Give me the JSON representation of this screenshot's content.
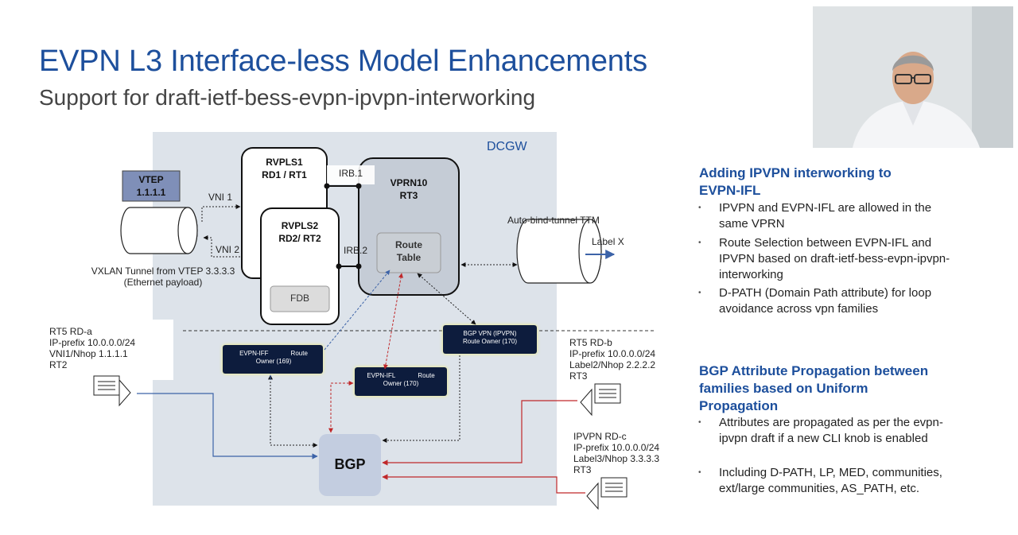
{
  "slide": {
    "title": "EVPN L3 Interface-less Model Enhancements",
    "subtitle": "Support for draft-ietf-bess-evpn-ipvpn-interworking"
  },
  "diagram": {
    "region_label": "DCGW",
    "vtep": {
      "line1": "VTEP",
      "line2": "1.1.1.1"
    },
    "rvpls1": {
      "line1": "RVPLS1",
      "line2": "RD1 / RT1"
    },
    "rvpls2": {
      "line1": "RVPLS2",
      "line2": "RD2/ RT2"
    },
    "fdb": "FDB",
    "vprn": {
      "line1": "VPRN10",
      "line2": "RT3"
    },
    "route_table": {
      "line1": "Route",
      "line2": "Table"
    },
    "irb1": "IRB.1",
    "irb2": "IRB.2",
    "vni1": "VNI 1",
    "vni2": "VNI 2",
    "vxlan": {
      "line1": "VXLAN Tunnel from VTEP 3.3.3.3",
      "line2": "(Ethernet payload)"
    },
    "auto_bind": "Auto-bind-tunnel TTM",
    "label_x": "Label X",
    "rt5_a": {
      "line1": "RT5 RD-a",
      "line2": "IP-prefix 10.0.0.0/24",
      "line3": "VNI1/Nhop 1.1.1.1",
      "line4": "RT2"
    },
    "rt5_b": {
      "line1": "RT5 RD-b",
      "line2": "IP-prefix 10.0.0.0/24",
      "line3": "Label2/Nhop 2.2.2.2",
      "line4": "RT3"
    },
    "ipvpn_c": {
      "line1": "IPVPN RD-c",
      "line2": "IP-prefix 10.0.0.0/24",
      "line3": "Label3/Nhop 3.3.3.3",
      "line4": "RT3"
    },
    "owner_iff": {
      "left": "EVPN-IFF",
      "right": "Route",
      "line2": "Owner (169)"
    },
    "owner_ifl": {
      "left": "EVPN-IFL",
      "right": "Route",
      "line2": "Owner (170)"
    },
    "owner_bgpvpn": {
      "line1": "BGP VPN (IPVPN)",
      "line2": "Route Owner (170)"
    },
    "bgp": "BGP"
  },
  "panel": {
    "section1": {
      "heading_line1": "Adding IPVPN interworking to",
      "heading_line2": "EVPN-IFL",
      "bullets": [
        "IPVPN and EVPN-IFL are allowed in the same VPRN",
        "Route Selection between EVPN-IFL and IPVPN based on draft-ietf-bess-evpn-ipvpn-interworking",
        "D-PATH (Domain Path attribute) for loop avoidance across vpn families"
      ]
    },
    "section2": {
      "heading_line1": "BGP Attribute Propagation between",
      "heading_line2": "families based on Uniform",
      "heading_line3": "Propagation",
      "bullets": [
        "Attributes are propagated as per the evpn-ipvpn draft if a new CLI knob is enabled",
        "Including D-PATH, LP, MED, communities, ext/large communities, AS_PATH, etc."
      ]
    },
    "bullet_glyph": "•"
  },
  "colors": {
    "title": "#1d4f9c",
    "heading": "#1d4f9c",
    "dcgw_bg": "#dde3ea",
    "owner_box": "#0d1f3c",
    "owner_glow": "#f2f07a",
    "vtep_box": "#7f8fb8",
    "bgp_box": "#c3cde0",
    "red_arrow": "#c0282a",
    "blue_arrow": "#3c63a8"
  }
}
